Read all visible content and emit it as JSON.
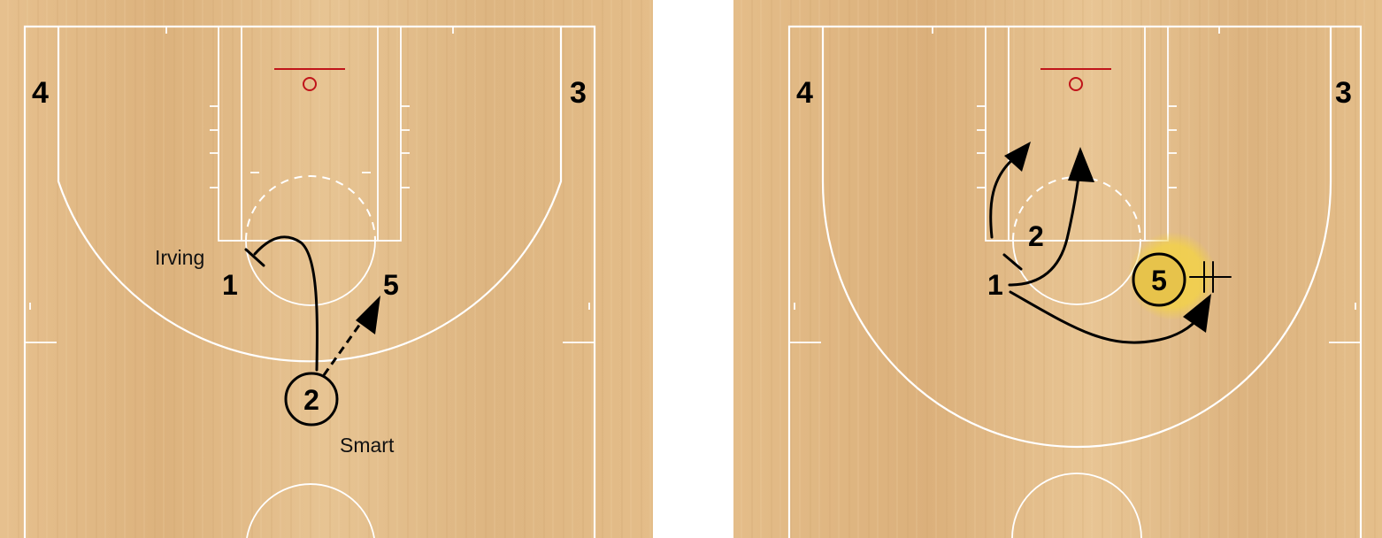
{
  "panels": [
    {
      "players": {
        "p4": "4",
        "p3": "3",
        "p1": "1",
        "p5": "5",
        "p2": "2"
      },
      "names": {
        "irving": "Irving",
        "smart": "Smart"
      }
    },
    {
      "players": {
        "p4": "4",
        "p3": "3",
        "p1": "1",
        "p2": "2",
        "p5": "5"
      },
      "highlight_color": "#f2d14a"
    }
  ],
  "colors": {
    "court_wood": "#e2ba86",
    "court_lines": "#ffffff",
    "rim": "#c0141a",
    "ink": "#000000"
  }
}
